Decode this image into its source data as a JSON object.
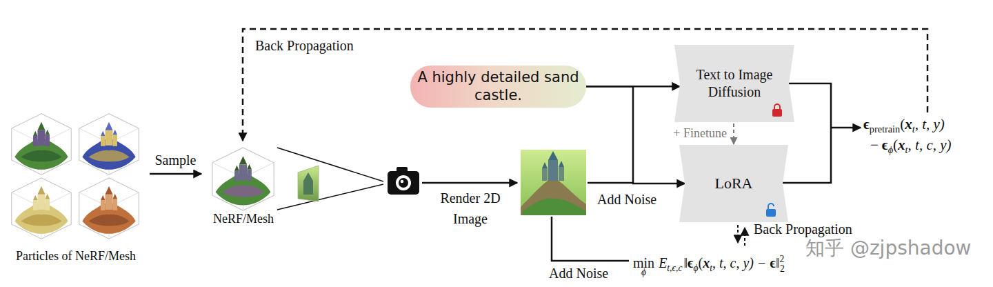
{
  "diagram": {
    "nodes": [
      {
        "text": [
          "Particles of NeRF/Mesh"
        ]
      },
      {
        "text": [
          "NeRF/Mesh"
        ]
      },
      {
        "text": [
          "A highly detailed sand castle."
        ]
      },
      {
        "text": [
          "Text to Image Diffusion"
        ]
      },
      {
        "text": [
          "LoRA"
        ]
      }
    ],
    "edges": [
      {
        "from": 0,
        "to": 1,
        "label": "Sample",
        "arrow": "to"
      },
      {
        "from": 2,
        "to": 3,
        "arrow": "to"
      },
      {
        "from": 2,
        "to": 4,
        "arrow": "to"
      },
      {
        "from": 3,
        "to": 4,
        "label": "+ Finetune",
        "arrow": "to"
      }
    ],
    "labels": [
      "Back Propagation",
      "Render 2D Image",
      "Add Noise",
      "Back Propagation",
      "Add Noise",
      "知乎 @zjpshadow",
      "ϵ",
      "pretrain",
      "(",
      "x",
      "t",
      ", t, y)",
      "−",
      "ϵ",
      "ϕ",
      "(",
      "x",
      "t",
      ", t, c, y)",
      "min",
      "ϕ",
      "E",
      "t,ϵ,c",
      "‖",
      "ϵ",
      "ϕ",
      "(",
      "x",
      "t",
      ", t, c, y) −",
      "ϵ",
      "‖",
      "2",
      "2"
    ]
  }
}
